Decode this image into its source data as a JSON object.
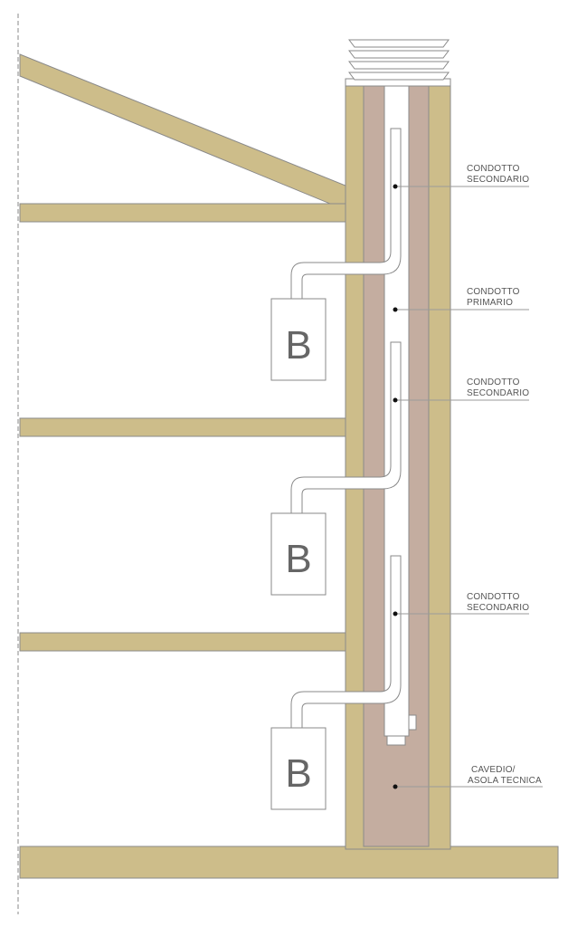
{
  "colors": {
    "structure": "#cdbd8a",
    "shaft": "#c4ada0",
    "pipe": "#ffffff",
    "outline": "#8a8a8a",
    "text": "#555555"
  },
  "boilers": [
    {
      "letter": "B"
    },
    {
      "letter": "B"
    },
    {
      "letter": "B"
    }
  ],
  "labels": [
    {
      "line1": "CONDOTTO",
      "line2": "SECONDARIO"
    },
    {
      "line1": "CONDOTTO",
      "line2": "PRIMARIO"
    },
    {
      "line1": "CONDOTTO",
      "line2": "SECONDARIO"
    },
    {
      "line1": "CONDOTTO",
      "line2": "SECONDARIO"
    },
    {
      "line1": "CAVEDIO/",
      "line2": "ASOLA TECNICA"
    }
  ]
}
